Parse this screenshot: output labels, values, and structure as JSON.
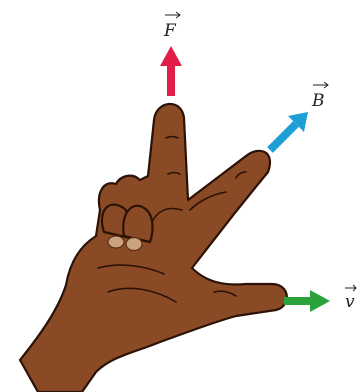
{
  "vectors": {
    "force": {
      "symbol": "F",
      "color": "#e11d48"
    },
    "magnetic_field": {
      "symbol": "B",
      "color": "#1e9fd6"
    },
    "velocity": {
      "symbol": "v",
      "color": "#2aa33b"
    }
  },
  "hand": {
    "skin_color": "#8a4a26",
    "outline_color": "#2b1206"
  }
}
